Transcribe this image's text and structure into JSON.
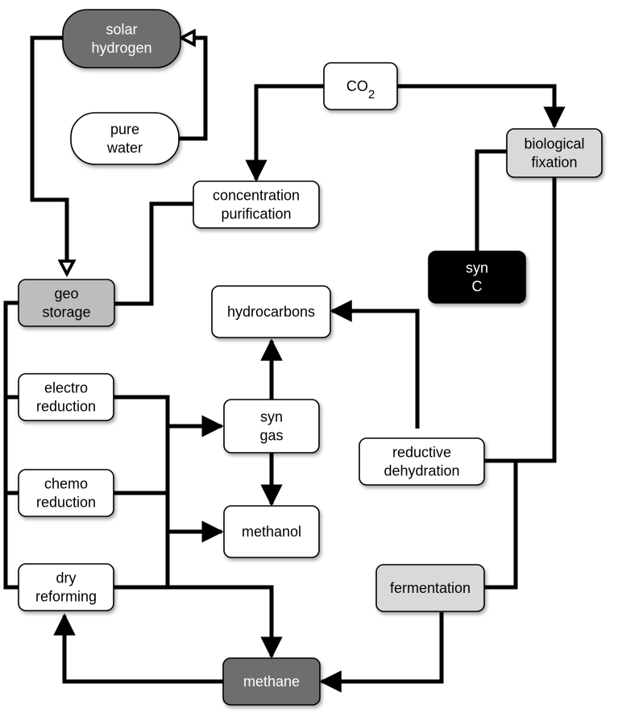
{
  "nodes": {
    "solar_hydrogen": {
      "lines": [
        "solar",
        "hydrogen"
      ],
      "style": "dark"
    },
    "pure_water": {
      "lines": [
        "pure",
        "water"
      ],
      "style": "white"
    },
    "co2": {
      "lines": [
        "CO"
      ],
      "subscript": "2",
      "style": "white"
    },
    "biological_fixation": {
      "lines": [
        "biological",
        "fixation"
      ],
      "style": "light"
    },
    "concentration_purification": {
      "lines": [
        "concentration",
        "purification"
      ],
      "style": "white"
    },
    "syn_c": {
      "lines": [
        "syn",
        "C"
      ],
      "style": "black"
    },
    "geo_storage": {
      "lines": [
        "geo",
        "storage"
      ],
      "style": "mid"
    },
    "hydrocarbons": {
      "lines": [
        "hydrocarbons"
      ],
      "style": "white"
    },
    "electro_reduction": {
      "lines": [
        "electro",
        "reduction"
      ],
      "style": "white"
    },
    "syn_gas": {
      "lines": [
        "syn",
        "gas"
      ],
      "style": "white"
    },
    "reductive_dehydration": {
      "lines": [
        "reductive",
        "dehydration"
      ],
      "style": "white"
    },
    "chemo_reduction": {
      "lines": [
        "chemo",
        "reduction"
      ],
      "style": "white"
    },
    "methanol": {
      "lines": [
        "methanol"
      ],
      "style": "white"
    },
    "dry_reforming": {
      "lines": [
        "dry",
        "reforming"
      ],
      "style": "white"
    },
    "fermentation": {
      "lines": [
        "fermentation"
      ],
      "style": "light"
    },
    "methane": {
      "lines": [
        "methane"
      ],
      "style": "dark"
    }
  },
  "colors": {
    "white": "#ffffff",
    "light": "#d9d9d9",
    "mid": "#bdbdbd",
    "dark": "#6e6e6e",
    "black": "#000000",
    "line": "#000000"
  }
}
